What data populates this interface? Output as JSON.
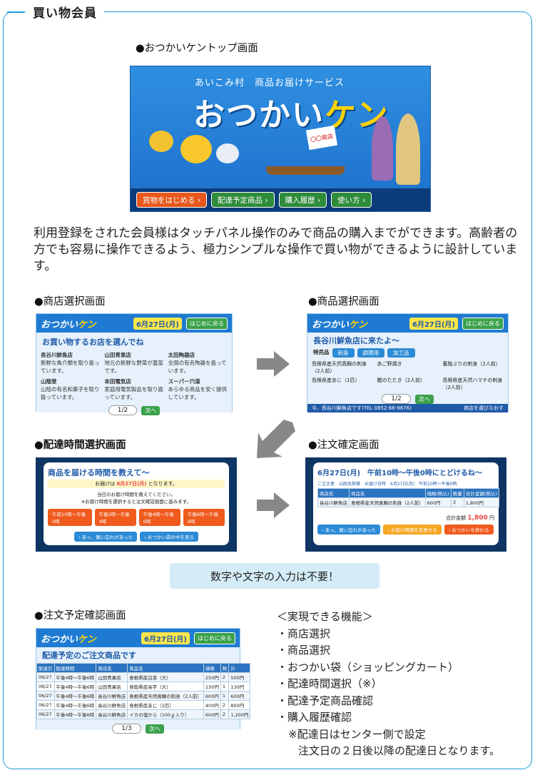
{
  "section_title": "買い物会員",
  "top_label": "●おつかいケントップ画面",
  "hero": {
    "subtitle": "あいこみ村　商品お届けサービス",
    "logo_a": "おつかい",
    "logo_b": "ケン",
    "flag": "〇〇商店",
    "buttons": [
      "買物をはじめる ›",
      "配達予定商品 ›",
      "購入履歴 ›",
      "使い方 ›"
    ]
  },
  "description": "利用登録をされた会員様はタッチパネル操作のみで商品の購入までができます。高齢者の方でも容易に操作できるよう、極力シンプルな操作で買い物ができるように設計しています。",
  "screens": {
    "shop_select": {
      "label": "●商店選択画面",
      "logo_a": "おつかい",
      "logo_b": "ケン",
      "date": "6月27日(月)",
      "back": "はじめに戻る",
      "title": "お買い物するお店を選んでね",
      "shops": [
        {
          "name": "長谷川鮮魚店",
          "desc": "新鮮な魚介類を取り扱っています。"
        },
        {
          "name": "山田青果店",
          "desc": "地元の新鮮な野菜が豊富です。"
        },
        {
          "name": "太田陶器店",
          "desc": "全国の有名陶器を扱っています。"
        },
        {
          "name": "山陰堂",
          "desc": "山陰の有名和菓子を取り扱っています。"
        },
        {
          "name": "本田電気店",
          "desc": "家庭用電気製品を取り扱っています。"
        },
        {
          "name": "スーパー穴道",
          "desc": "あらゆる商品を安く提供しています。"
        }
      ],
      "page": "1/2",
      "next": "次へ"
    },
    "item_select": {
      "label": "●商品選択画面",
      "logo_a": "おつかい",
      "logo_b": "ケン",
      "date": "6月27日(月)",
      "back": "はじめに戻る",
      "title": "長谷川鮮魚店に来たよ〜",
      "tabs": [
        "特売品",
        "刺身",
        "調理用",
        "加工品"
      ],
      "items": [
        "島根県産天然真鯛の刺身（2人前）",
        "あご野焼き",
        "養殖ぶりの刺身（2人前）",
        "島根県産あじ（1匹）",
        "鰹のたたき（2人前）",
        "島根県産天然ハマチの刺身（2人前）"
      ],
      "page": "1/2",
      "next": "次へ",
      "footer": "今、長谷川鮮魚店です(TEL 0852-66-9876)",
      "footer_btn": "商店を選びなおす"
    },
    "time_select": {
      "label": "●配達時間選択画面",
      "title": "商品を届ける時間を教えて〜",
      "deliver_line_a": "お届けは",
      "deliver_date": "6月27日(月)",
      "deliver_line_b": "となります。",
      "note1": "当日のお届け時間を教えてください。",
      "note2": "※お届け時間を選択すると注文確認画面に進みます。",
      "slots": [
        "午前10時〜午後0時",
        "午後2時〜午後4時",
        "午後4時〜午後6時",
        "午後6時〜午後8時"
      ],
      "back1": "› あっ、買い忘れがあった",
      "back2": "› おつかい袋の中を見る"
    },
    "confirm": {
      "label": "●注文確定画面",
      "title": "6月27日(月)　午前10時〜午後0時にとどけるね〜",
      "customer": "ご注文者　山田太郎様　お届け日時　6月27日(月)　午前10時〜午後0時",
      "headers": [
        "商店名",
        "商品名",
        "価格(税込)",
        "数量",
        "合計金額(税込)"
      ],
      "row": [
        "長谷川鮮魚店",
        "島根県産天然真鯛の刺身（2人前）",
        "600円",
        "3",
        "1,800円"
      ],
      "total_label": "合計金額",
      "total": "1,800",
      "total_unit": "円",
      "btns": [
        "› あっ、買い忘れがあった",
        "› お届け時間を変更する",
        "› おつかいを終わる"
      ]
    },
    "scheduled": {
      "label": "●注文予定確認画面",
      "logo_a": "おつかい",
      "logo_b": "ケン",
      "date": "6月27日(月)",
      "back": "はじめに戻る",
      "title": "配達予定のご注文商品です",
      "headers": [
        "配達日",
        "配達時間",
        "商店名",
        "商品名",
        "価格",
        "数",
        "計"
      ],
      "rows": [
        [
          "06/27",
          "午後4時〜午後6時",
          "山田青果店",
          "島根県産白菜（大）",
          "250円",
          "2",
          "500円"
        ],
        [
          "06/27",
          "午後4時〜午後6時",
          "山田青果店",
          "島取県産長芋（大）",
          "130円",
          "1",
          "130円"
        ],
        [
          "06/27",
          "午後4時〜午後6時",
          "長谷川鮮魚店",
          "島根県産天然真鯛の刺身（2人前）",
          "600円",
          "1",
          "600円"
        ],
        [
          "06/27",
          "午後4時〜午後6時",
          "長谷川鮮魚店",
          "島根県産あじ（1匹）",
          "400円",
          "2",
          "800円"
        ],
        [
          "06/27",
          "午後4時〜午後6時",
          "長谷川鮮魚店",
          "イカの塩から（100ℊ入り）",
          "600円",
          "2",
          "1,200円"
        ]
      ],
      "page": "1/3",
      "next": "次へ"
    }
  },
  "notice": "数字や文字の入力は不要！",
  "features": {
    "heading": "＜実現できる機能＞",
    "items": [
      "・商店選択",
      "・商品選択",
      "・おつかい袋（ショッピングカート）",
      "・配達時間選択（※）",
      "・配達予定商品確認",
      "・購入履歴確認"
    ],
    "note1": "※配達日はセンター側で設定",
    "note2": "注文日の２日後以降の配達日となります。"
  },
  "colors": {
    "accent": "#1e9bd7",
    "header_blue": "#1f7bd2",
    "notice_bg": "#d3ecf7"
  }
}
